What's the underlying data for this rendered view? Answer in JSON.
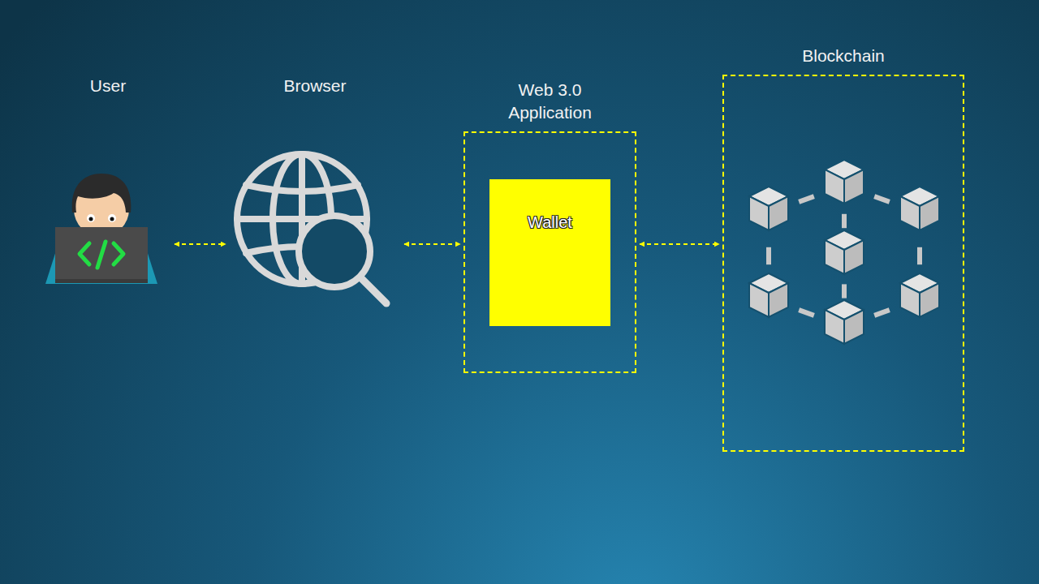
{
  "diagram": {
    "nodes": [
      {
        "text": [
          "User"
        ]
      },
      {
        "text": [
          "Browser"
        ]
      },
      {
        "text": [
          "Web 3.0 Application"
        ]
      },
      {
        "text": [
          "Wallet"
        ],
        "in": 2
      },
      {
        "text": [
          "Blockchain"
        ]
      }
    ],
    "edges": [
      {
        "from": 0,
        "to": 1,
        "arrow": "both"
      },
      {
        "from": 1,
        "to": 2,
        "arrow": "both"
      },
      {
        "from": 2,
        "to": 4,
        "arrow": "both"
      }
    ]
  }
}
